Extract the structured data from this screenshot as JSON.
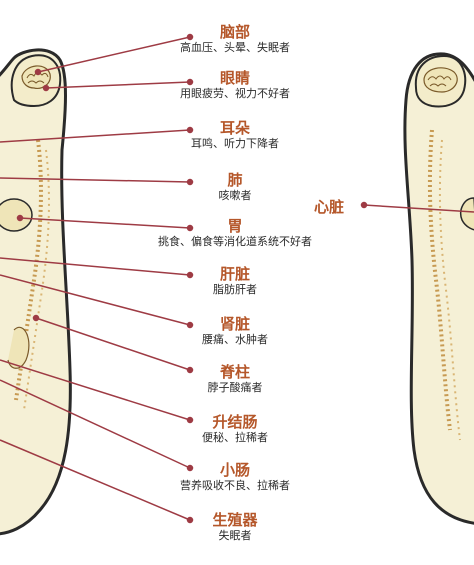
{
  "zones": [
    {
      "id": "brain",
      "organ": "脑部",
      "desc": "高血压、头晕、失眠者"
    },
    {
      "id": "eyes",
      "organ": "眼睛",
      "desc": "用眼疲劳、视力不好者"
    },
    {
      "id": "ears",
      "organ": "耳朵",
      "desc": "耳鸣、听力下降者"
    },
    {
      "id": "lung",
      "organ": "肺",
      "desc": "咳嗽者"
    },
    {
      "id": "stomach",
      "organ": "胃",
      "desc": "挑食、偏食等消化道系统不好者"
    },
    {
      "id": "liver",
      "organ": "肝脏",
      "desc": "脂肪肝者"
    },
    {
      "id": "kidney",
      "organ": "肾脏",
      "desc": "腰痛、水肿者"
    },
    {
      "id": "spine",
      "organ": "脊柱",
      "desc": "脖子酸痛者"
    },
    {
      "id": "colon",
      "organ": "升结肠",
      "desc": "便秘、拉稀者"
    },
    {
      "id": "small-intestine",
      "organ": "小肠",
      "desc": "营养吸收不良、拉稀者"
    },
    {
      "id": "reproductive",
      "organ": "生殖器",
      "desc": "失眠者"
    }
  ],
  "right_foot": {
    "organ": "心脏"
  },
  "colors": {
    "leader": "#9e3b44",
    "organ_text": "#b5572a",
    "foot_fill": "#f5f0d6",
    "foot_outline": "#2a2a2a",
    "spine_dash": "#c79a52"
  }
}
